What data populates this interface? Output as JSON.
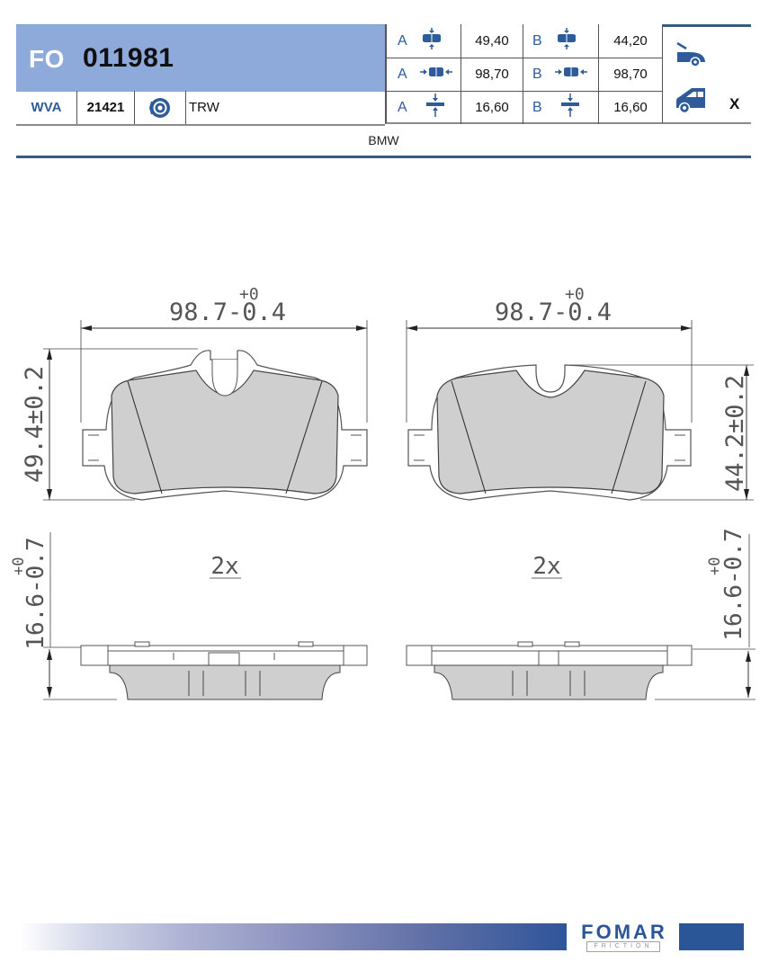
{
  "header": {
    "prefix": "FO",
    "part_number": "011981",
    "wva_label": "WVA",
    "wva_number": "21421",
    "disc_icon": "brake-disc-icon",
    "manufacturer": "TRW",
    "brand": "BMW"
  },
  "dimensions": {
    "rows": [
      {
        "label_a": "A",
        "icon": "pad-height-icon",
        "value_a": "49,40",
        "label_b": "B",
        "value_b": "44,20"
      },
      {
        "label_a": "A",
        "icon": "pad-width-icon",
        "value_a": "98,70",
        "label_b": "B",
        "value_b": "98,70"
      },
      {
        "label_a": "A",
        "icon": "pad-thickness-icon",
        "value_a": "16,60",
        "label_b": "B",
        "value_b": "16,60"
      }
    ]
  },
  "axle": {
    "front_icon": "car-front-axle-icon",
    "rear_icon": "car-rear-axle-icon",
    "rear_mark": "X"
  },
  "drawing": {
    "pad_a": {
      "width_dim": "98.7",
      "width_tol_upper": "+0",
      "width_tol_lower": "-0.4",
      "height_dim": "49.4±0.2",
      "thickness_dim": "16.6",
      "thickness_tol_upper": "+0",
      "thickness_tol_lower": "-0.7",
      "quantity": "2x"
    },
    "pad_b": {
      "width_dim": "98.7",
      "width_tol_upper": "+0",
      "width_tol_lower": "-0.4",
      "height_dim": "44.2±0.2",
      "thickness_dim": "16.6",
      "thickness_tol_upper": "+0",
      "thickness_tol_lower": "-0.7",
      "quantity": "2x"
    }
  },
  "footer": {
    "logo_text": "FOMAR",
    "logo_sub": "FRICTION",
    "accent_color": "#2a5597"
  }
}
